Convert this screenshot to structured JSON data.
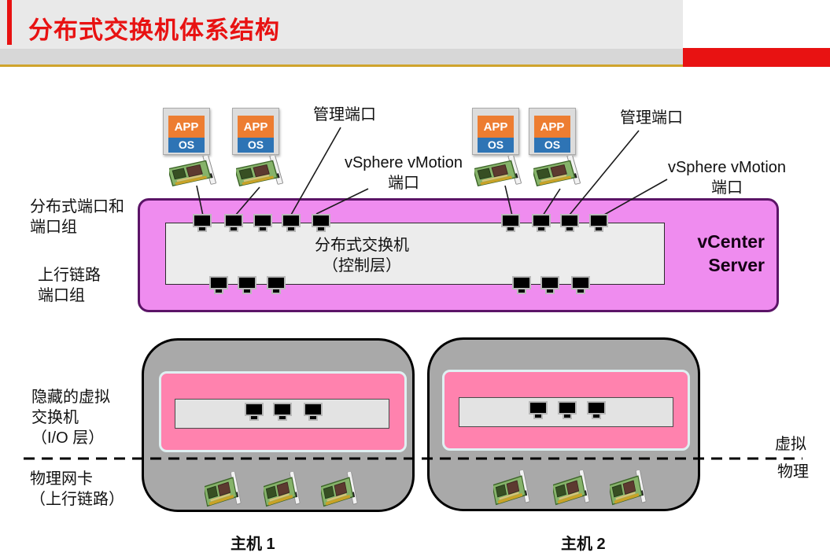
{
  "slide_title": "分布式交换机体系结构",
  "port_labels": {
    "left": {
      "management": "管理端口",
      "vmotion": [
        "vSphere vMotion",
        "端口"
      ]
    },
    "right": {
      "management": "管理端口",
      "vmotion": [
        "vSphere vMotion",
        "端口"
      ]
    }
  },
  "vm_icon": {
    "app": "APP",
    "os": "OS"
  },
  "switch": {
    "control_plane": [
      "分布式交换机",
      "（控制层）"
    ],
    "vcenter": [
      "vCenter",
      "Server"
    ]
  },
  "side_labels": {
    "distributed_ports": [
      "分布式端口和",
      "端口组"
    ],
    "uplink_group": [
      "上行链路",
      "端口组"
    ],
    "hidden_vswitch": [
      "隐藏的虚拟",
      "交换机",
      "（I/O 层）"
    ],
    "physical_nics": [
      "物理网卡",
      "（上行链路）"
    ]
  },
  "boundary": {
    "above": "虚拟",
    "below": "物理"
  },
  "hosts": [
    {
      "name": "主机 1"
    },
    {
      "name": "主机 2"
    }
  ],
  "colors": {
    "accent_red": "#e81212",
    "gold_line": "#cfa42c",
    "switch_fill": "#ef8cef",
    "switch_border": "#5b1467",
    "host_fill": "#a9a9a9",
    "vswitch_pink": "#ff82ae",
    "app_orange": "#ed7d31",
    "os_blue": "#2e74b5"
  }
}
